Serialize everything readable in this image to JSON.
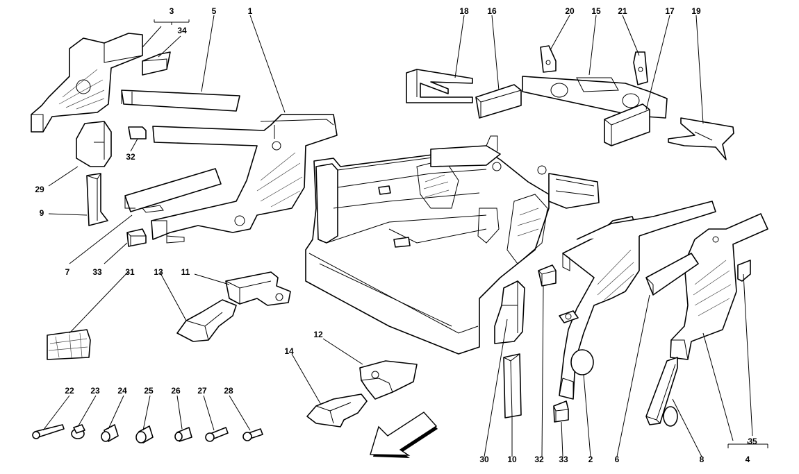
{
  "callouts": {
    "c1": "1",
    "c2": "2",
    "c3": "3",
    "c4": "4",
    "c5": "5",
    "c6": "6",
    "c7": "7",
    "c8": "8",
    "c9": "9",
    "c10": "10",
    "c11": "11",
    "c12": "12",
    "c13": "13",
    "c14": "14",
    "c15": "15",
    "c16": "16",
    "c17": "17",
    "c18": "18",
    "c19": "19",
    "c20": "20",
    "c21": "21",
    "c22": "22",
    "c23": "23",
    "c24": "24",
    "c25": "25",
    "c26": "26",
    "c27": "27",
    "c28": "28",
    "c29": "29",
    "c30": "30",
    "c31": "31",
    "c32a": "32",
    "c32b": "32",
    "c33a": "33",
    "c33b": "33",
    "c34": "34",
    "c35": "35"
  },
  "colors": {
    "line": "#000000",
    "background": "#ffffff"
  }
}
